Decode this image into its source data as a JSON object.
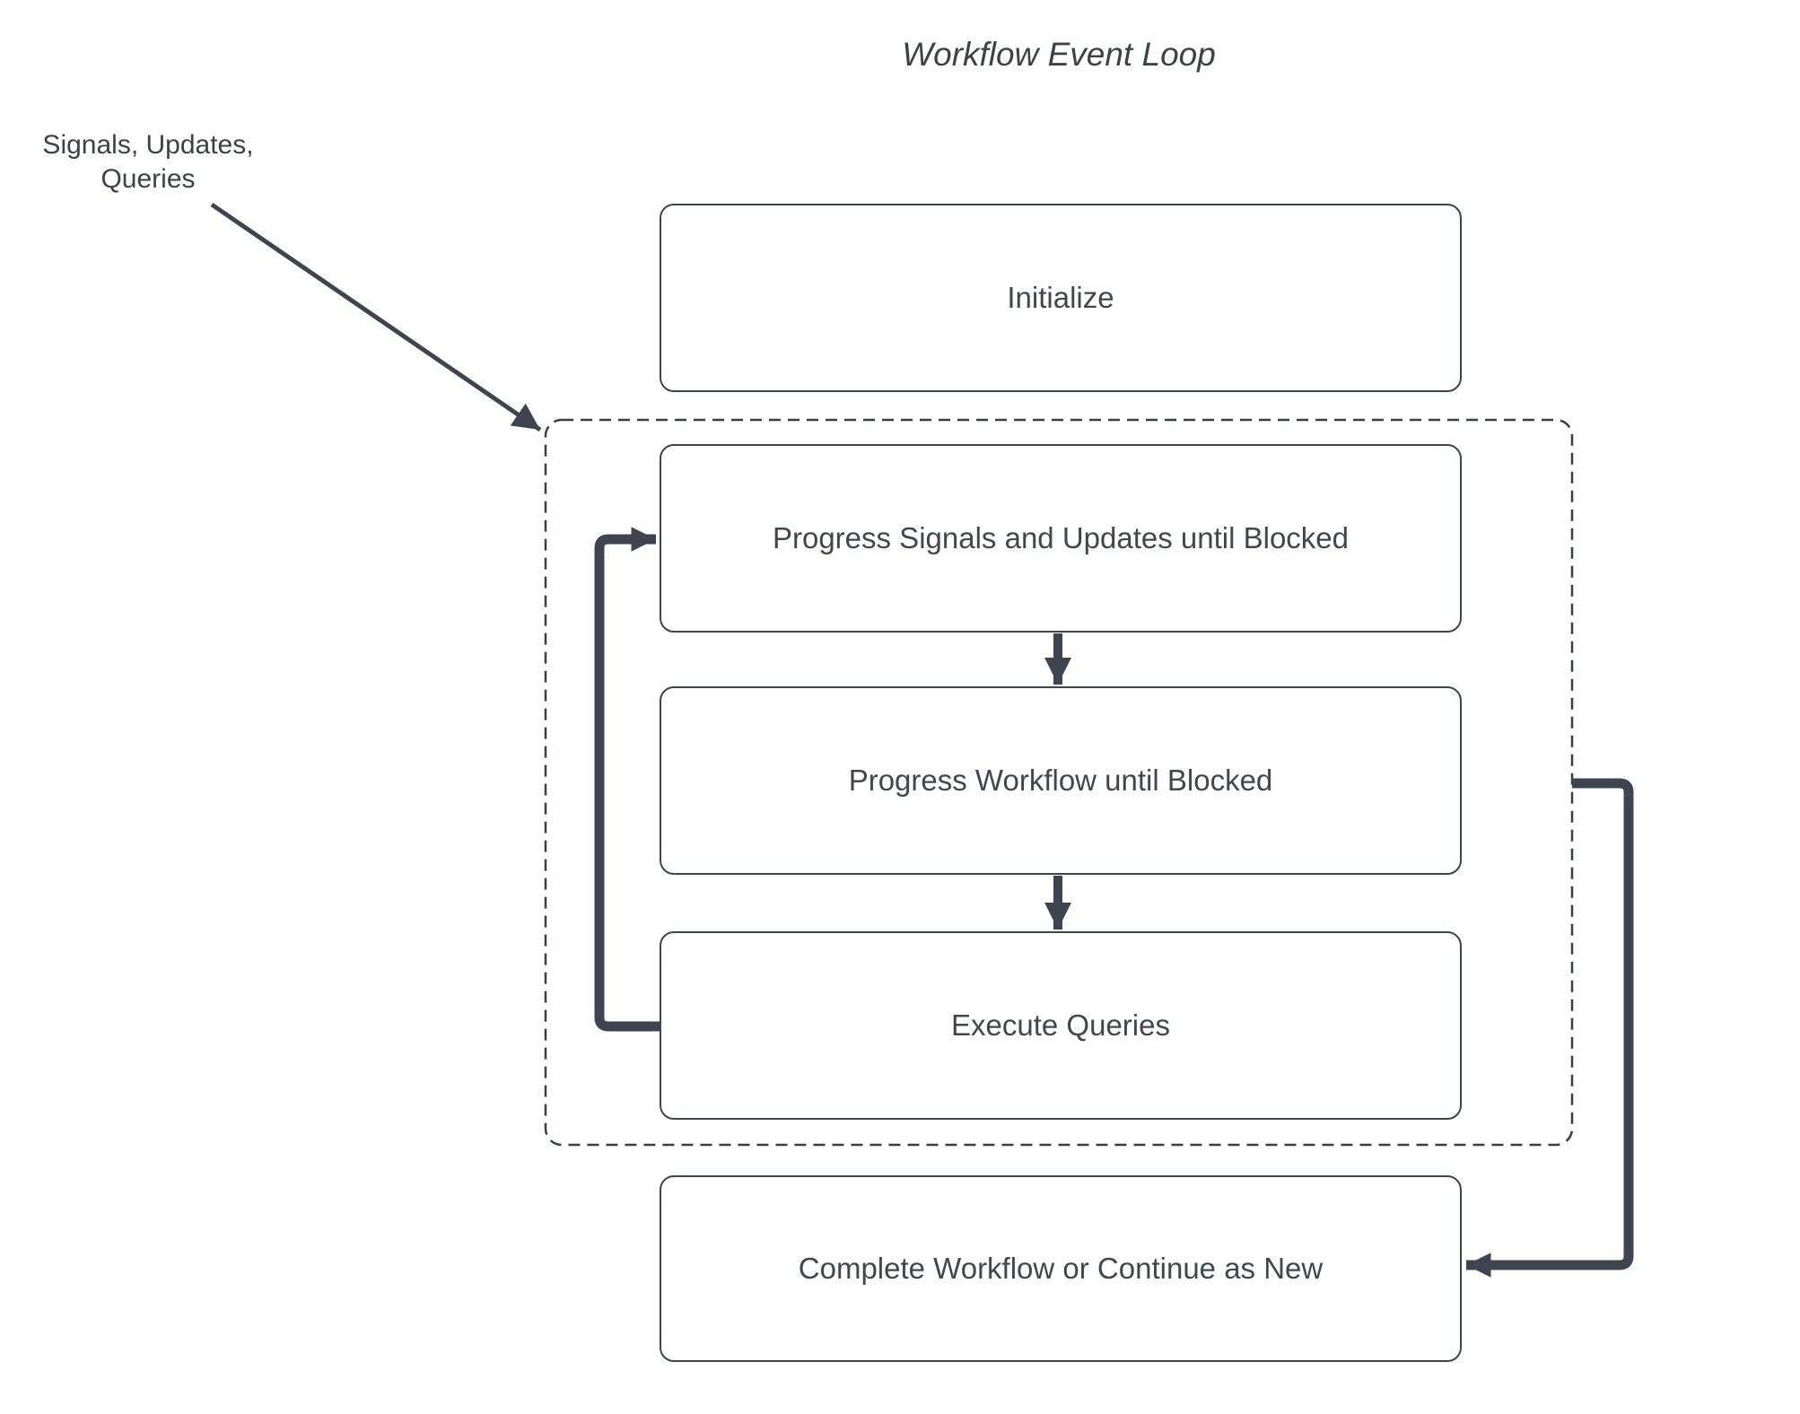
{
  "diagram": {
    "title": "Workflow Event Loop",
    "external_input": {
      "line1": "Signals, Updates,",
      "line2": "Queries"
    },
    "nodes": {
      "initialize": {
        "label": "Initialize"
      },
      "progress_signals": {
        "label": "Progress Signals and Updates until Blocked"
      },
      "progress_workflow": {
        "label": "Progress Workflow until Blocked"
      },
      "execute_queries": {
        "label": "Execute Queries"
      },
      "complete": {
        "label": "Complete Workflow or Continue as New"
      }
    },
    "connectors": {
      "external_input_arrow": "Signals, Updates, Queries into event loop",
      "signals_to_workflow": "Progress Signals and Updates until Blocked to Progress Workflow until Blocked",
      "workflow_to_queries": "Progress Workflow until Blocked to Execute Queries",
      "loop_back": "Execute Queries back to Progress Signals and Updates until Blocked",
      "continue_as_new": "Event loop to Complete Workflow or Continue as New"
    },
    "colors": {
      "connector": "#3e4450",
      "node_border": "#3f444a",
      "dashed_border": "#3a3f45",
      "text": "#42474c",
      "background": "#ffffff"
    }
  }
}
